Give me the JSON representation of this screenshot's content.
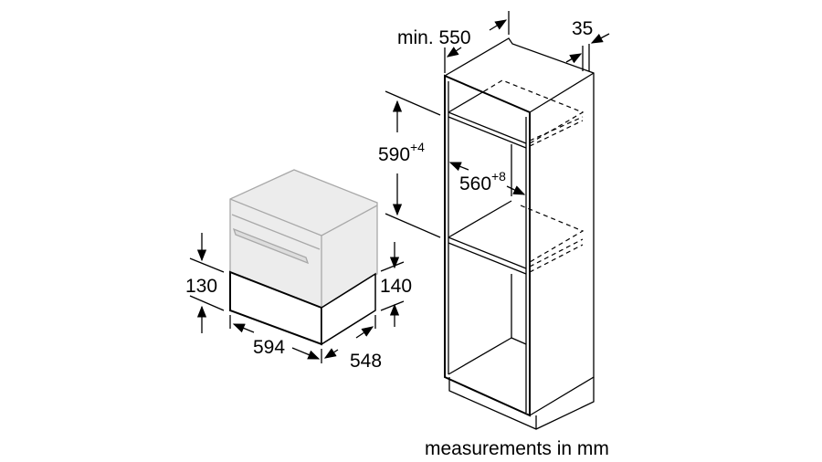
{
  "dimensions": {
    "drawer_height_front": "130",
    "drawer_height_side": "140",
    "drawer_width": "594",
    "drawer_depth": "548",
    "cabinet_min_depth": "min. 550",
    "cabinet_offset": "35",
    "niche_height": "590",
    "niche_height_tolerance": "+4",
    "niche_width": "560",
    "niche_width_tolerance": "+8"
  },
  "caption": "measurements in mm",
  "colors": {
    "line": "#000000",
    "appliance_gray": "#a8a8a8",
    "appliance_fill": "#ececec"
  }
}
